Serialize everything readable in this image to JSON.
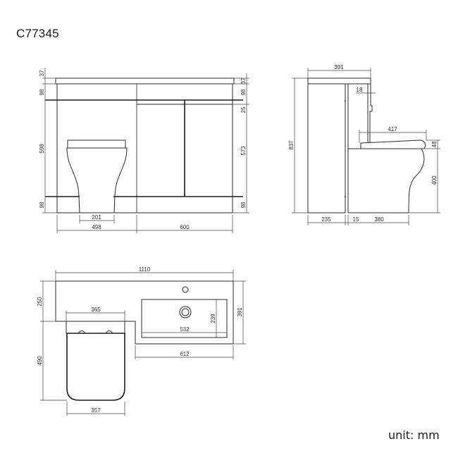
{
  "title": {
    "model_code": "C77345"
  },
  "unit_label": "unit: mm",
  "front_view": {
    "left_dims": [
      "37",
      "98",
      "598",
      "98"
    ],
    "right_dims": [
      "37",
      "98",
      "25",
      "573",
      "98"
    ],
    "bottom_dims": {
      "pan_base": "201",
      "toilet_unit": "498",
      "basin_unit": "600"
    }
  },
  "side_view": {
    "top_depth": "391",
    "panel_thickness": "18",
    "seat_depth": "417",
    "seat_height": "48",
    "pan_height": "400",
    "total_height": "837",
    "bottom_dims": {
      "cabinet": "235",
      "gap": "15",
      "pan": "380"
    }
  },
  "plan_view": {
    "total_width": "1110",
    "back_depth": "250",
    "toilet_section_width": "365",
    "basin_depth": "239",
    "total_depth": "391",
    "basin_width": "532",
    "pan_projection": "490",
    "basin_unit_width": "612",
    "seat_width": "357"
  }
}
